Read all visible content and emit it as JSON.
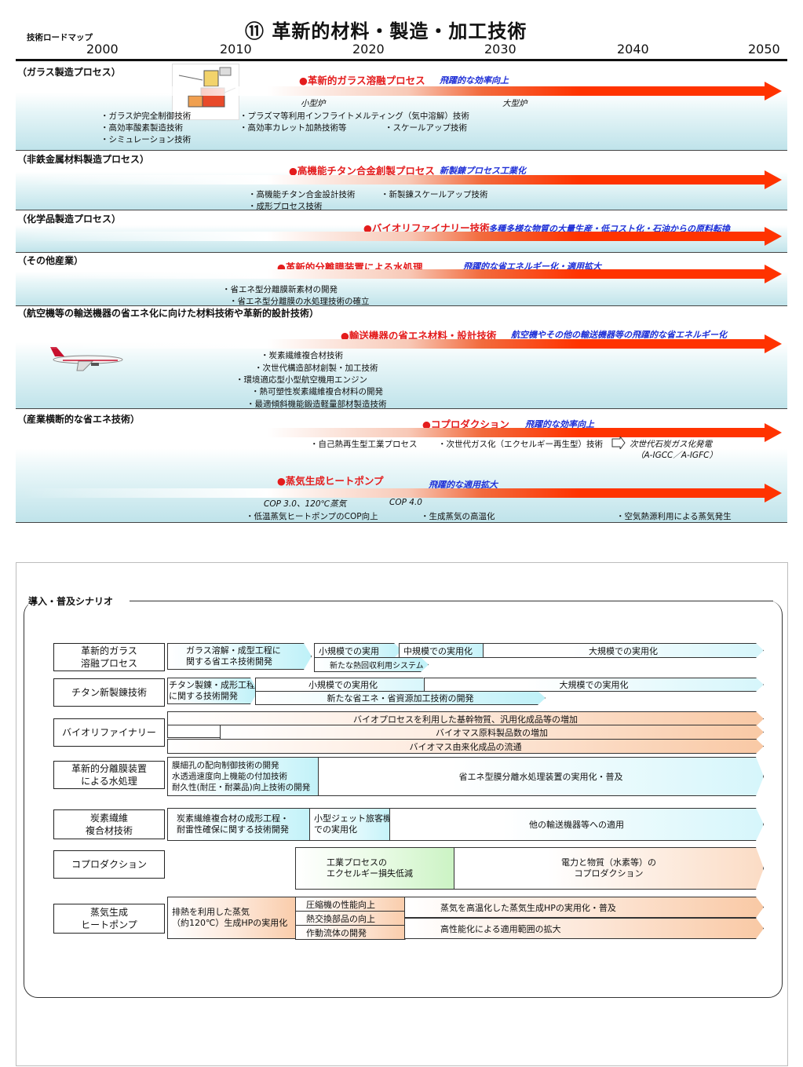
{
  "roadmap": {
    "header_label": "技術ロードマップ",
    "title": "⑪ 革新的材料・製造・加工技術",
    "years": [
      "2000",
      "2010",
      "2020",
      "2030",
      "2040",
      "2050"
    ],
    "sections": [
      {
        "category": "（ガラス製造プロセス）",
        "arrow_title": "●革新的ガラス溶融プロセス",
        "arrow_subtitle": "飛躍的な効率向上",
        "notes": [
          "小型炉",
          "大型炉"
        ],
        "items": [
          "・ガラス炉完全制御技術",
          "・高効率酸素製造技術",
          "・シミュレーション技術",
          "・プラズマ等利用インフライトメルティング（気中溶解）技術",
          "・高効率カレット加熱技術等",
          "・スケールアップ技術"
        ]
      },
      {
        "category": "（非鉄金属材料製造プロセス）",
        "arrow_title": "●高機能チタン合金創製プロセス",
        "arrow_subtitle": "新製錬プロセス工業化",
        "items": [
          "・高機能チタン合金設計技術",
          "・新製錬スケールアップ技術",
          "・成形プロセス技術"
        ]
      },
      {
        "category": "（化学品製造プロセス）",
        "arrow_title": "●バイオリファイナリー技術",
        "arrow_subtitle": "多種多様な物質の大量生産・低コスト化・石油からの原料転換"
      },
      {
        "category": "（その他産業）",
        "arrow_title": "●革新的分離膜装置による水処理",
        "arrow_subtitle": "飛躍的な省エネルギー化・適用拡大",
        "items": [
          "・省エネ型分離膜新素材の開発",
          "・省エネ型分離膜の水処理技術の確立"
        ]
      },
      {
        "category": "（航空機等の輸送機器の省エネ化に向けた材料技術や革新的設計技術）",
        "arrow_title": "●輸送機器の省エネ材料・設計技術",
        "arrow_subtitle": "航空機やその他の輸送機器等の飛躍的な省エネルギー化",
        "items": [
          "・炭素繊維複合材技術",
          "・次世代構造部材創製・加工技術",
          "・環境適応型小型航空機用エンジン",
          "・熱可塑性炭素繊維複合材料の開発",
          "・最適傾斜機能鍛造軽量部材製造技術"
        ]
      },
      {
        "category": "（産業横断的な省エネ技術）",
        "arrow_title": "●コプロダクション",
        "arrow_subtitle": "飛躍的な効率向上",
        "items": [
          "・自己熱再生型工業プロセス",
          "・次世代ガス化（エクセルギー再生型）技術"
        ],
        "next_note": [
          "次世代石炭ガス化発電",
          "（A-IGCC／A-IGFC）"
        ],
        "arrow2_title": "●蒸気生成ヒートポンプ",
        "arrow2_subtitle": "飛躍的な適用拡大",
        "notes2": [
          "COP 3.0、120℃蒸気",
          "COP 4.0"
        ],
        "items2": [
          "・低温蒸気ヒートポンプのCOP向上",
          "・生成蒸気の高温化",
          "・空気熱源利用による蒸気発生"
        ]
      }
    ]
  },
  "scenario": {
    "title": "導入・普及シナリオ",
    "rows": [
      {
        "label": [
          "革新的ガラス",
          "溶融プロセス"
        ],
        "steps": [
          "ガラス溶解・成型工程に\n関する省エネ技術開発",
          "小規模での実用",
          "中規模での実用化",
          "大規模での実用化",
          "新たな熱回収利用システム"
        ]
      },
      {
        "label": [
          "チタン新製錬技術"
        ],
        "steps": [
          "チタン製錬・成形工程\nに関する技術開発",
          "小規模での実用化",
          "大規模での実用化",
          "新たな省エネ・省資源加工技術の開発"
        ]
      },
      {
        "label": [
          "バイオリファイナリー"
        ],
        "steps": [
          "バイオプロセスを利用した基幹物質、汎用化成品等の増加",
          "バイオマス原料製品数の増加",
          "バイオマス由来化成品の流通"
        ]
      },
      {
        "label": [
          "革新的分離膜装置",
          "による水処理"
        ],
        "steps": [
          "膜細孔の配向制御技術の開発\n水透過速度向上機能の付加技術\n耐久性(耐圧・耐薬品)向上技術の開発",
          "省エネ型膜分離水処理装置の実用化・普及"
        ]
      },
      {
        "label": [
          "炭素繊維",
          "複合材技術"
        ],
        "steps": [
          "炭素繊維複合材の成形工程・\n耐雷性確保に関する技術開発",
          "小型ジェット旅客機\nでの実用化",
          "他の輸送機器等への適用"
        ]
      },
      {
        "label": [
          "コプロダクション"
        ],
        "steps": [
          "工業プロセスの\nエクセルギー損失低減",
          "電力と物質（水素等）の\nコプロダクション"
        ]
      },
      {
        "label": [
          "蒸気生成",
          "ヒートポンプ"
        ],
        "steps": [
          "排熱を利用した蒸気\n（約120℃）生成HPの実用化",
          "圧縮機の性能向上",
          "熱交換部品の向上",
          "作動流体の開発",
          "蒸気を高温化した蒸気生成HPの実用化・普及",
          "高性能化による適用範囲の拡大"
        ]
      }
    ]
  }
}
